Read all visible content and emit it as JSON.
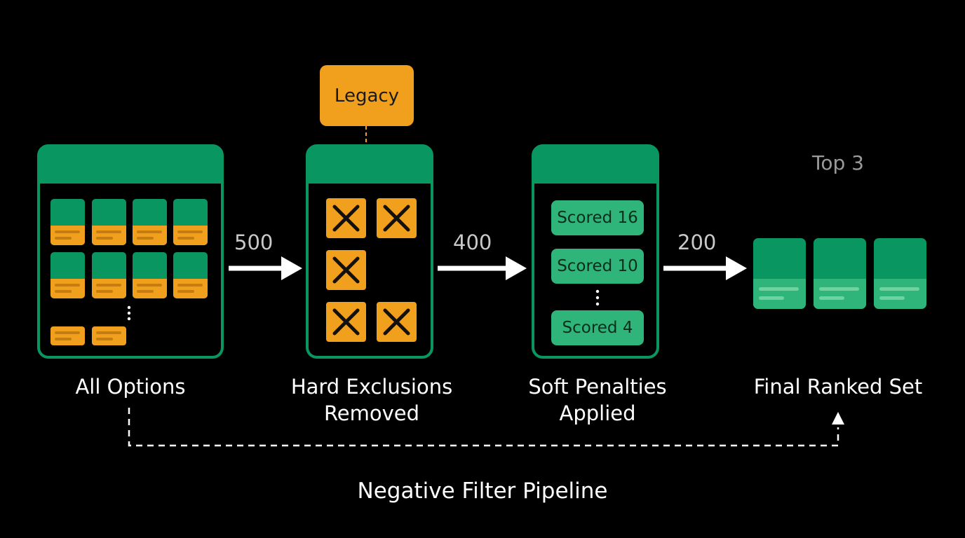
{
  "colors": {
    "background": "#000000",
    "green": "#0a9660",
    "green_light": "#2fb57a",
    "amber": "#f0a01c",
    "white": "#ffffff",
    "muted": "#c9c9c9"
  },
  "stages": [
    {
      "label": "All Options"
    },
    {
      "label_line1": "Hard Exclusions",
      "label_line2": "Removed",
      "tag": "Legacy"
    },
    {
      "label_line1": "Soft Penalties",
      "label_line2": "Applied",
      "items": [
        "Scored 16",
        "Scored 10",
        "Scored 4"
      ]
    },
    {
      "label": "Final Ranked Set",
      "heading": "Top 3"
    }
  ],
  "counts": [
    "500",
    "400",
    "200"
  ],
  "footer": "Negative Filter Pipeline"
}
